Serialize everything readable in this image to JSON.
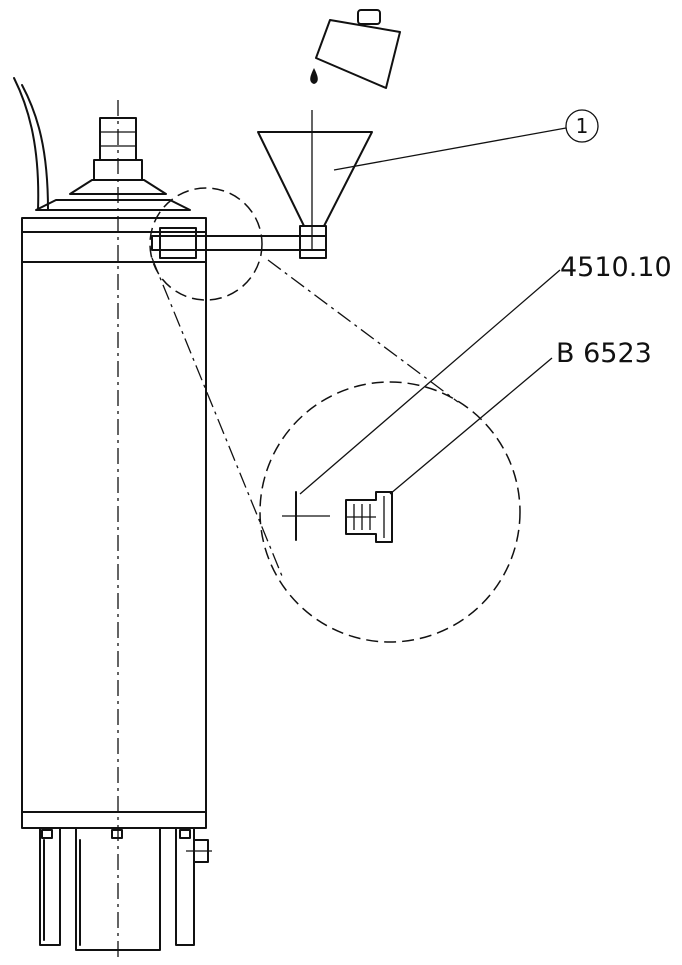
{
  "callout": {
    "number": "1"
  },
  "labels": {
    "part_a": "4510.10",
    "part_b": "B 6523"
  }
}
